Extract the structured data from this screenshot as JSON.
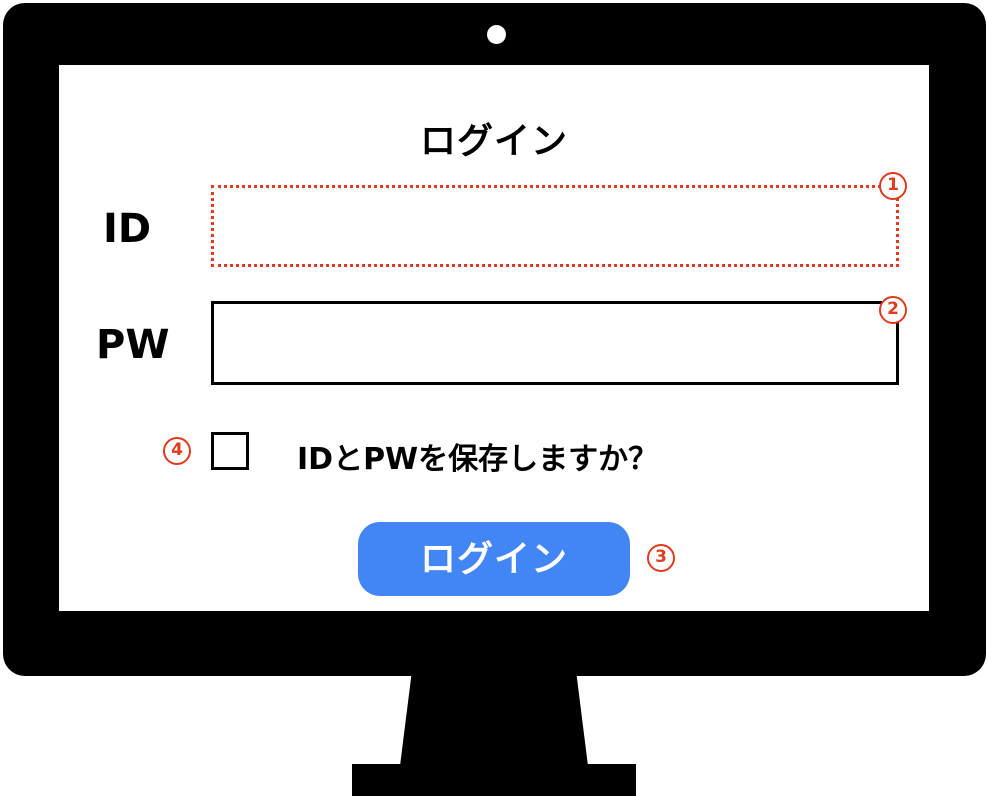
{
  "login_form": {
    "title": "ログイン",
    "id_label": "ID",
    "pw_label": "PW",
    "id_value": "",
    "pw_value": "",
    "remember_label": "IDとPWを保存しますか？",
    "remember_checked": false,
    "submit_label": "ログイン"
  },
  "annotations": {
    "id_field_marker": "1",
    "pw_field_marker": "2",
    "submit_marker": "3",
    "checkbox_marker": "4"
  },
  "colors": {
    "bezel": "#000000",
    "button": "#4285f4",
    "annotation": "#e03a1f"
  },
  "icons": {
    "camera": "camera-dot-icon"
  }
}
